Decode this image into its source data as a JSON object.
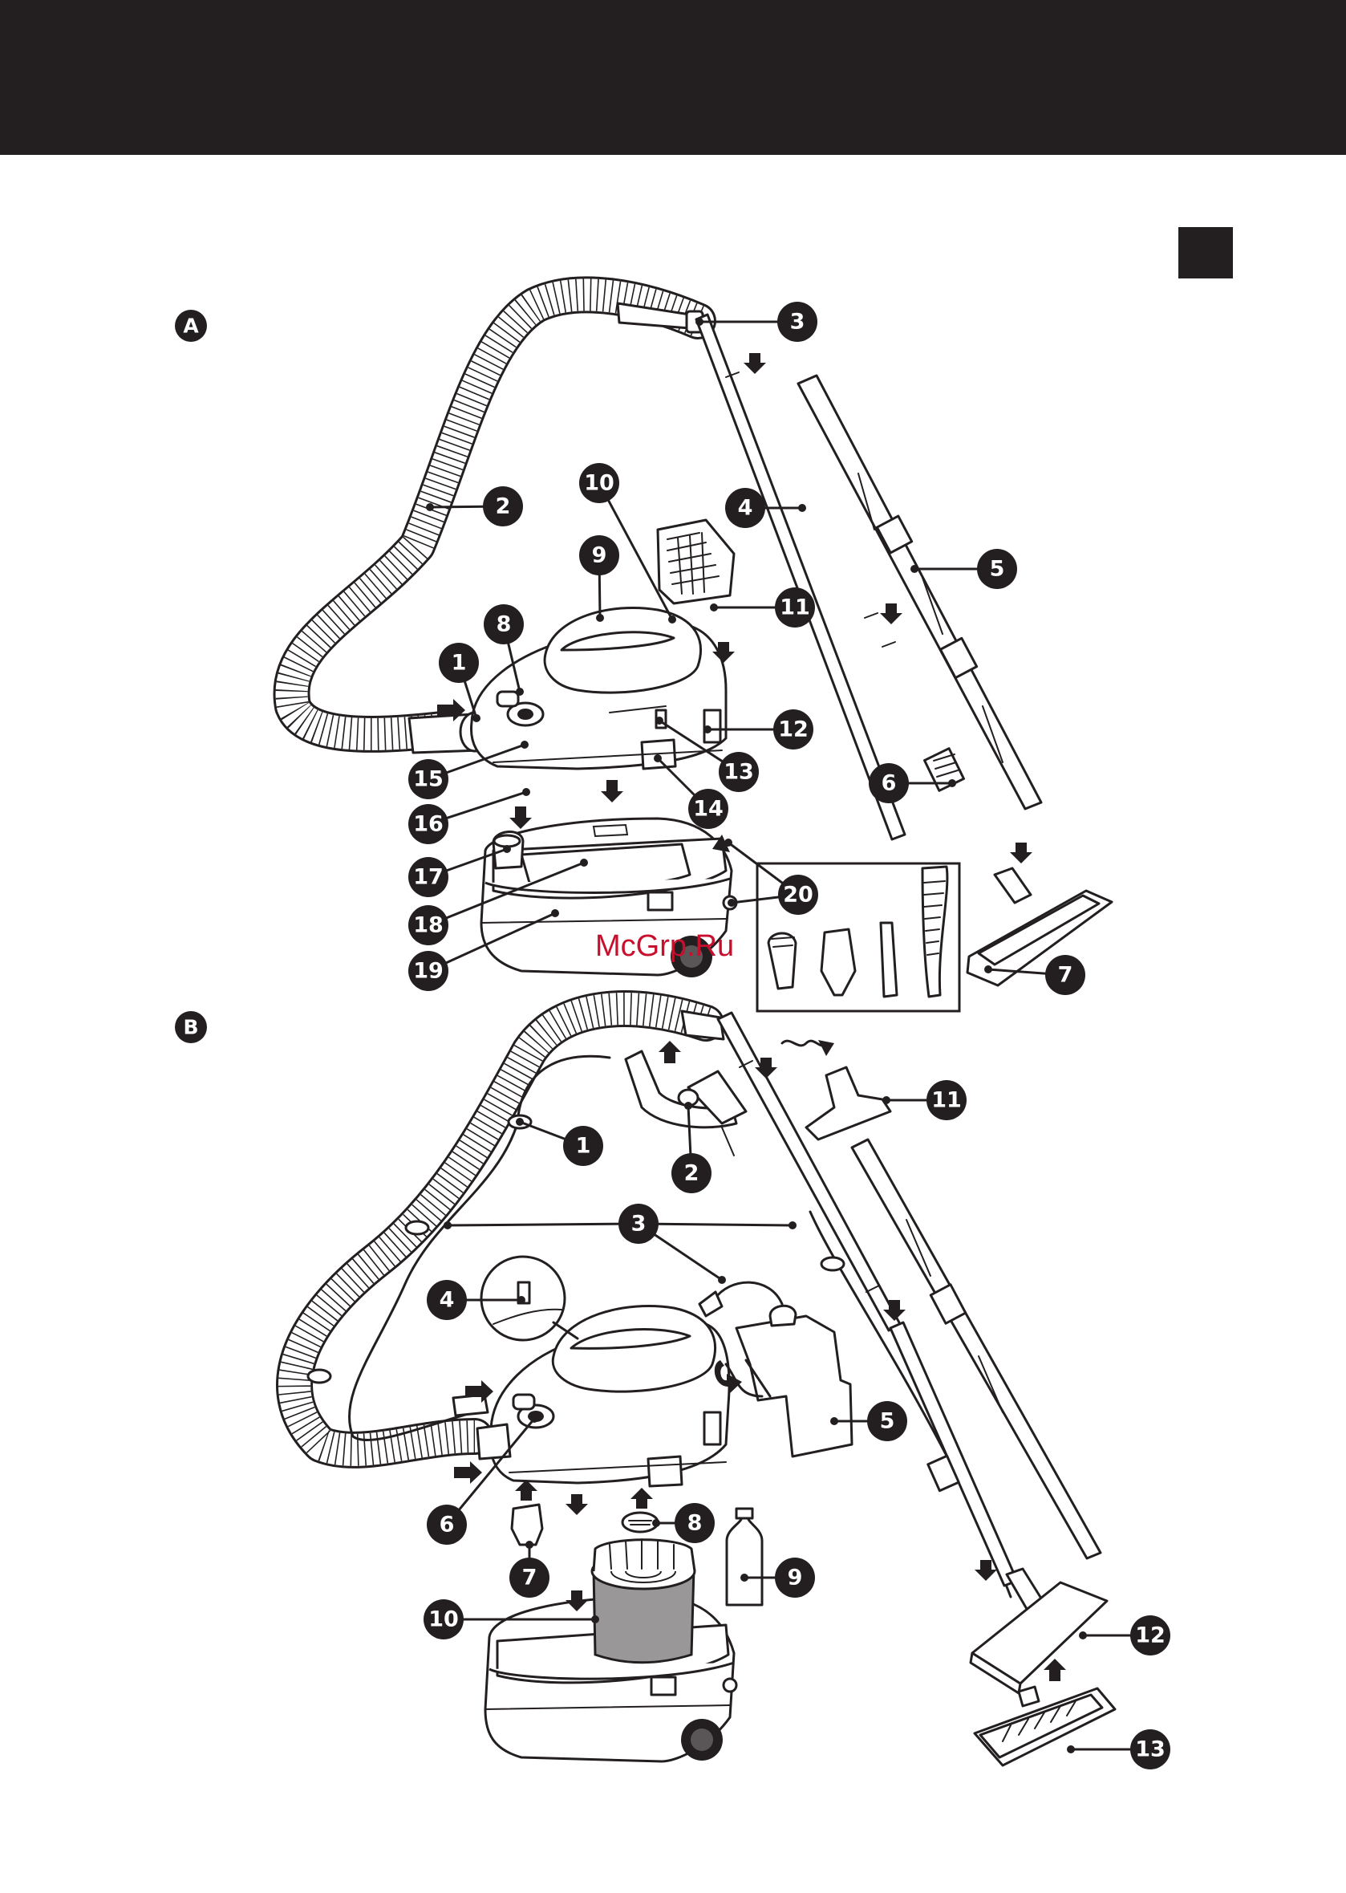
{
  "sections": [
    {
      "letter": "A",
      "callouts": [
        "1",
        "2",
        "3",
        "4",
        "5",
        "6",
        "7",
        "8",
        "9",
        "10",
        "11",
        "12",
        "13",
        "14",
        "15",
        "16",
        "17",
        "18",
        "19",
        "20"
      ]
    },
    {
      "letter": "B",
      "callouts": [
        "1",
        "2",
        "3",
        "4",
        "5",
        "6",
        "7",
        "8",
        "9",
        "10",
        "11",
        "12",
        "13"
      ]
    }
  ],
  "watermark": "McGrp.Ru",
  "colors": {
    "ink": "#231f20",
    "paper": "#ffffff",
    "watermark": "#c8102e"
  }
}
